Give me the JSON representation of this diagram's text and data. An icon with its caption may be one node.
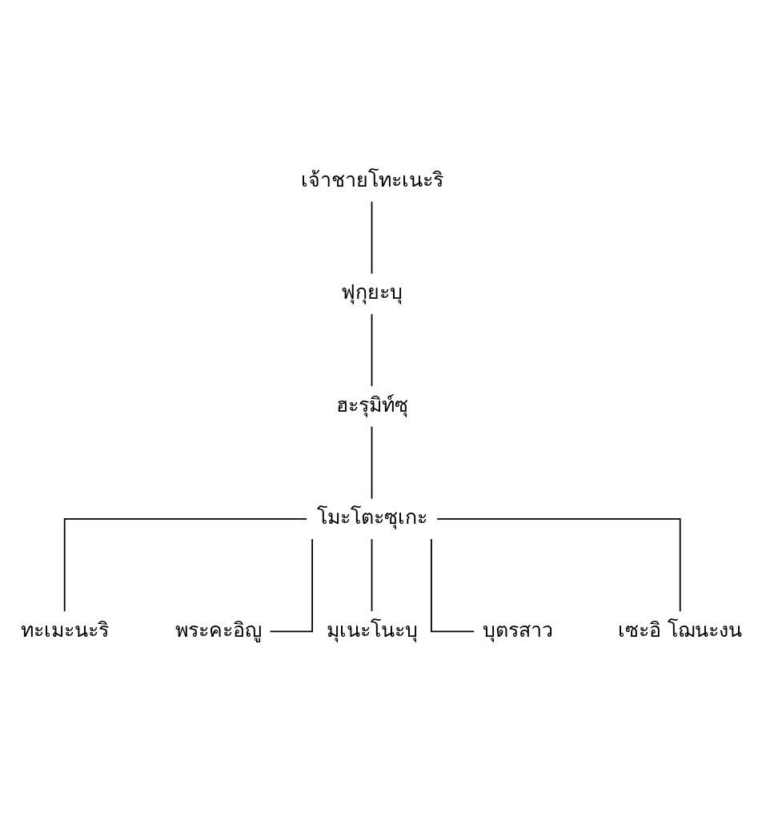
{
  "diagram": {
    "nodes": [
      {
        "text": [
          "เจ้าชายโทะเนะริ"
        ]
      },
      {
        "text": [
          "ฟุกุยะบุ"
        ]
      },
      {
        "text": [
          "ฮะรุมิท์ซุ"
        ]
      },
      {
        "text": [
          "โมะโตะซุเกะ"
        ]
      },
      {
        "text": [
          "ทะเมะนะริ"
        ]
      },
      {
        "text": [
          "พระคะอิญู"
        ]
      },
      {
        "text": [
          "มุเนะโนะบุ"
        ]
      },
      {
        "text": [
          "บุตรสาว"
        ]
      },
      {
        "text": [
          "เซะอิ โฌนะงน"
        ]
      }
    ],
    "edges": [
      {
        "from": 0,
        "to": 1,
        "arrow": "none"
      },
      {
        "from": 1,
        "to": 2,
        "arrow": "none"
      },
      {
        "from": 2,
        "to": 3,
        "arrow": "none"
      },
      {
        "from": 3,
        "to": 4,
        "arrow": "none"
      },
      {
        "from": 3,
        "to": 5,
        "arrow": "none"
      },
      {
        "from": 3,
        "to": 6,
        "arrow": "none"
      },
      {
        "from": 3,
        "to": 7,
        "arrow": "none"
      },
      {
        "from": 3,
        "to": 8,
        "arrow": "none"
      }
    ]
  }
}
